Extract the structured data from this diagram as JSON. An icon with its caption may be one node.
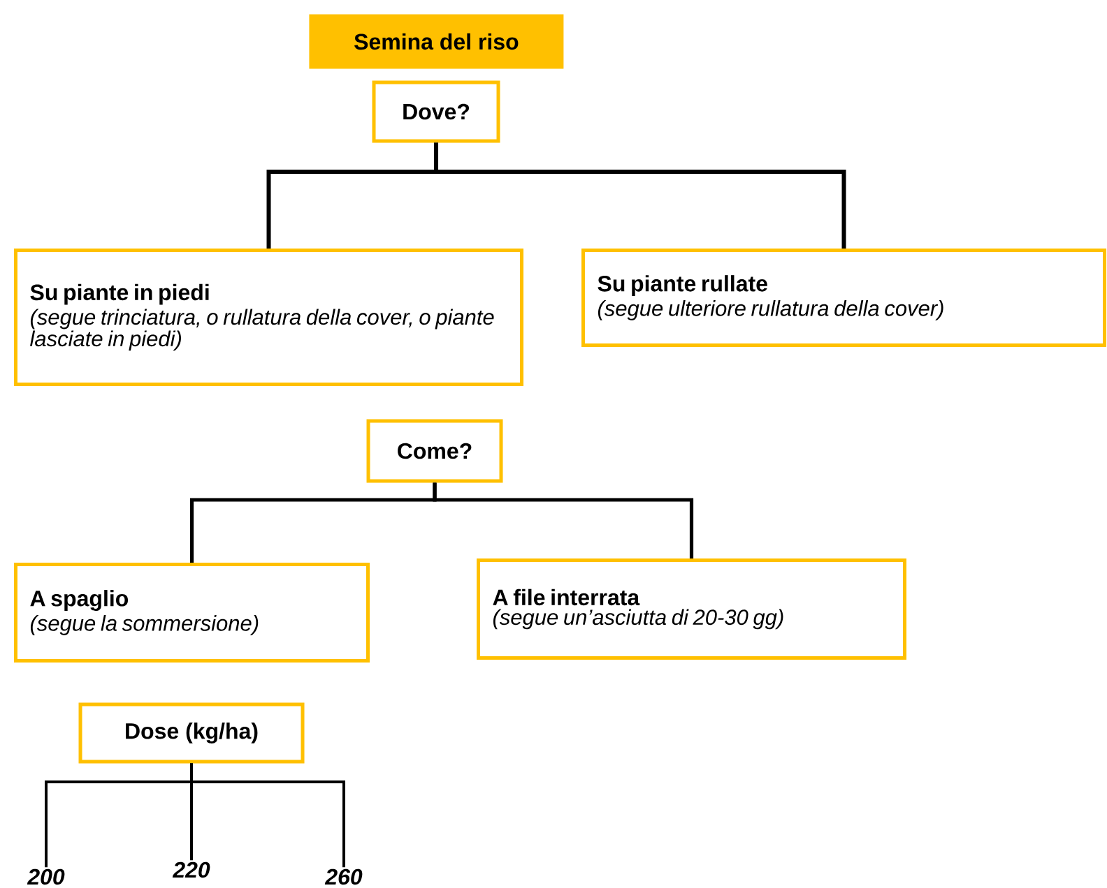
{
  "diagram": {
    "nodes": [
      {
        "text": [
          "Semina del riso"
        ]
      },
      {
        "text": [
          "Dove?"
        ]
      },
      {
        "text": [
          "Su piante in piedi",
          "(segue trinciatura, o rullatura della cover, o piante lasciate in piedi)"
        ]
      },
      {
        "text": [
          "Su piante rullate",
          "(segue ulteriore rullatura della cover)"
        ]
      },
      {
        "text": [
          "Come?"
        ]
      },
      {
        "text": [
          "A spaglio",
          "(segue la sommersione)"
        ]
      },
      {
        "text": [
          "A file interrata",
          "(segue un’asciutta di 20-30 gg)"
        ]
      },
      {
        "text": [
          "Dose (kg/ha)"
        ]
      },
      {
        "text": [
          "200"
        ]
      },
      {
        "text": [
          "220"
        ]
      },
      {
        "text": [
          "260"
        ]
      }
    ],
    "edges": [
      {
        "from": 1,
        "to": 2,
        "arrow": "none"
      },
      {
        "from": 1,
        "to": 3,
        "arrow": "none"
      },
      {
        "from": 4,
        "to": 5,
        "arrow": "none"
      },
      {
        "from": 4,
        "to": 6,
        "arrow": "none"
      },
      {
        "from": 7,
        "to": 8,
        "arrow": "none"
      },
      {
        "from": 7,
        "to": 9,
        "arrow": "none"
      },
      {
        "from": 7,
        "to": 10,
        "arrow": "none"
      }
    ]
  }
}
